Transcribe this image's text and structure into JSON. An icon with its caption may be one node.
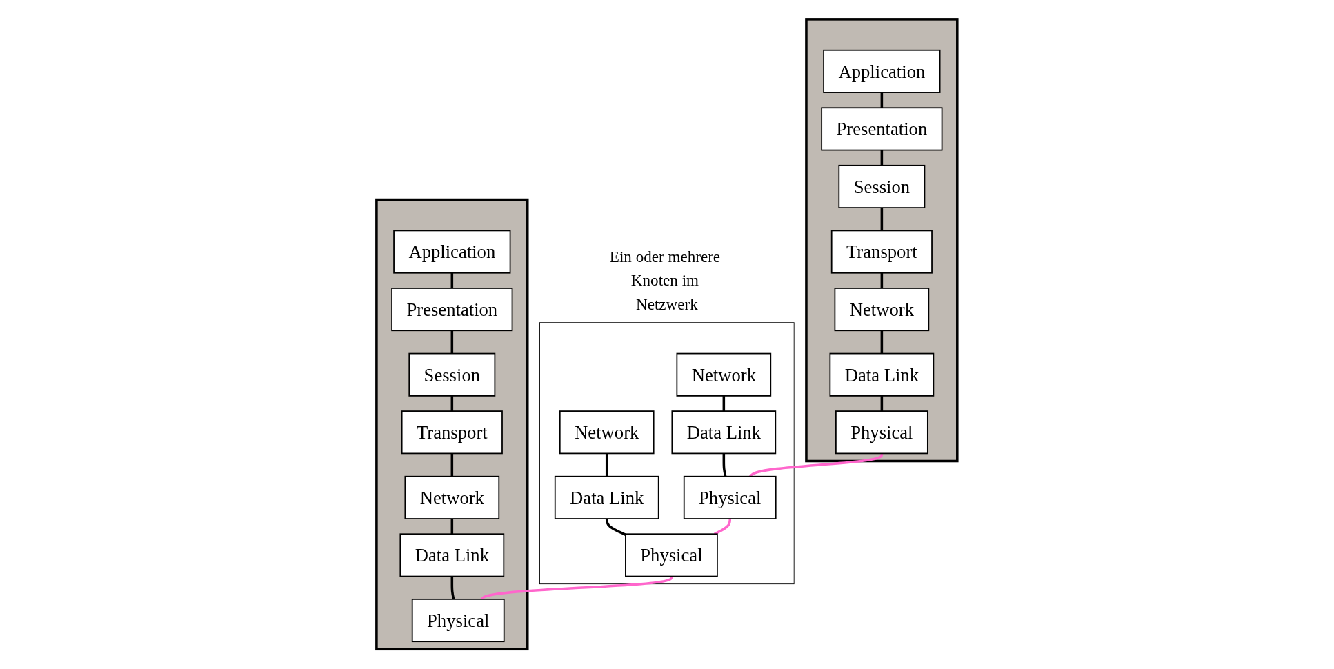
{
  "diagram": {
    "nodes": [
      {
        "text": [],
        "shape": "box"
      },
      {
        "text": [
          "Application"
        ],
        "in": 0
      },
      {
        "text": [
          "Presentation"
        ],
        "in": 0
      },
      {
        "text": [
          "Session"
        ],
        "in": 0
      },
      {
        "text": [
          "Transport"
        ],
        "in": 0
      },
      {
        "text": [
          "Network"
        ],
        "in": 0
      },
      {
        "text": [
          "Data Link"
        ],
        "in": 0
      },
      {
        "text": [
          "Physical"
        ],
        "in": 0
      },
      {
        "text": [
          "Ein oder mehrere Knoten im Netzwerk"
        ]
      },
      {
        "text": [
          "Network"
        ],
        "in": 8
      },
      {
        "text": [
          "Data Link"
        ],
        "in": 8
      },
      {
        "text": [
          "Physical"
        ],
        "in": 8
      },
      {
        "text": [
          "Network"
        ],
        "in": 8
      },
      {
        "text": [
          "Data Link"
        ],
        "in": 8
      },
      {
        "text": [
          "Physical"
        ],
        "in": 8
      },
      {
        "text": [],
        "shape": "box"
      },
      {
        "text": [
          "Application"
        ],
        "in": 15
      },
      {
        "text": [
          "Presentation"
        ],
        "in": 15
      },
      {
        "text": [
          "Session"
        ],
        "in": 15
      },
      {
        "text": [
          "Transport"
        ],
        "in": 15
      },
      {
        "text": [
          "Network"
        ],
        "in": 15
      },
      {
        "text": [
          "Data Link"
        ],
        "in": 15
      },
      {
        "text": [
          "Physical"
        ],
        "in": 15
      }
    ],
    "edges": [
      {
        "from": 1,
        "to": 2,
        "arrow": "none"
      },
      {
        "from": 2,
        "to": 3,
        "arrow": "none"
      },
      {
        "from": 3,
        "to": 4,
        "arrow": "none"
      },
      {
        "from": 4,
        "to": 5,
        "arrow": "none"
      },
      {
        "from": 5,
        "to": 6,
        "arrow": "none"
      },
      {
        "from": 6,
        "to": 7,
        "arrow": "none"
      },
      {
        "from": 9,
        "to": 10,
        "arrow": "none"
      },
      {
        "from": 10,
        "to": 11,
        "arrow": "none"
      },
      {
        "from": 12,
        "to": 13,
        "arrow": "none"
      },
      {
        "from": 13,
        "to": 14,
        "arrow": "none"
      },
      {
        "from": 16,
        "to": 17,
        "arrow": "none"
      },
      {
        "from": 17,
        "to": 18,
        "arrow": "none"
      },
      {
        "from": 18,
        "to": 19,
        "arrow": "none"
      },
      {
        "from": 19,
        "to": 20,
        "arrow": "none"
      },
      {
        "from": 20,
        "to": 21,
        "arrow": "none"
      },
      {
        "from": 21,
        "to": 22,
        "arrow": "none"
      },
      {
        "from": 7,
        "to": 11,
        "arrow": "none",
        "color": "#ff66cc"
      },
      {
        "from": 11,
        "to": 14,
        "arrow": "none",
        "color": "#ff66cc"
      },
      {
        "from": 14,
        "to": 22,
        "arrow": "none",
        "color": "#ff66cc"
      }
    ]
  }
}
